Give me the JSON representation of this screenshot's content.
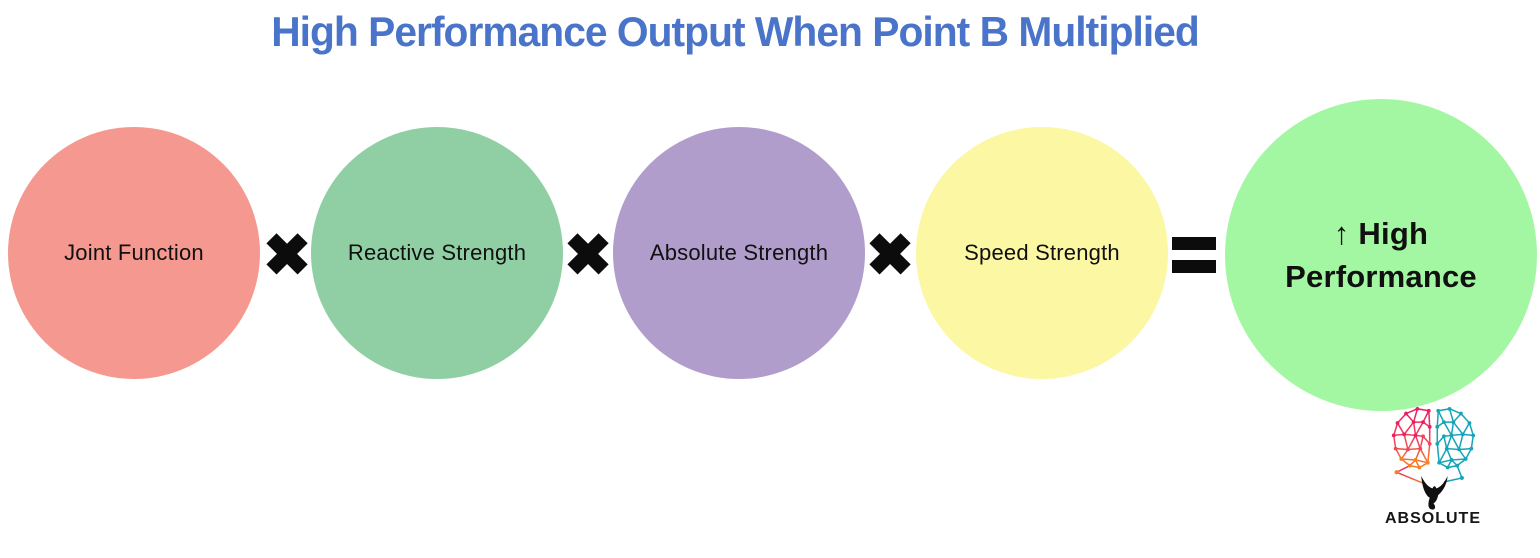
{
  "title": {
    "text": "High Performance Output When Point B Multiplied",
    "color": "#4a74c9"
  },
  "diagram": {
    "nodes": [
      {
        "label": "Joint Function",
        "color": "#f59890"
      },
      {
        "label": "Reactive Strength",
        "color": "#90cfa4"
      },
      {
        "label": "Absolute Strength",
        "color": "#b19dcb"
      },
      {
        "label": "Speed Strength",
        "color": "#fbf7a3"
      },
      {
        "label": "↑ High Performance",
        "color": "#a3f7a3"
      }
    ],
    "operators": {
      "multiply": "✖",
      "equals": "="
    }
  },
  "logo": {
    "brand": "ABSOLUTE",
    "colors": {
      "left_top": "#e91e63",
      "left_bottom": "#f5821f",
      "right": "#16a5b8",
      "stem": "#101010"
    }
  }
}
